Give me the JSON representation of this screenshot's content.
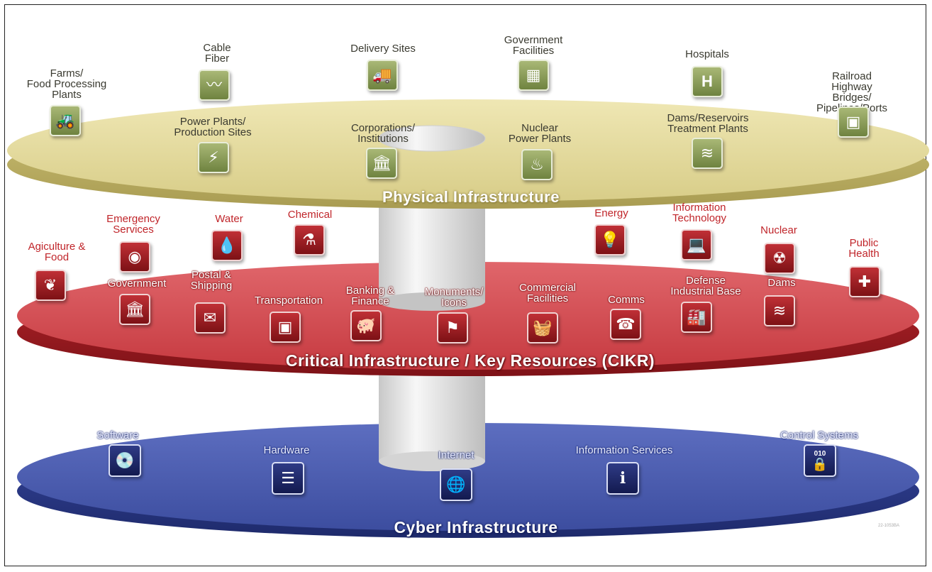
{
  "titles": {
    "physical": "Physical Infrastructure",
    "cikr": "Critical Infrastructure / Key Resources (CIKR)",
    "cyber": "Cyber Infrastructure"
  },
  "colors": {
    "physical_disc": "#e6dca2",
    "physical_icon": "#7f9150",
    "cikr_disc": "#d6484e",
    "cikr_icon": "#a8181e",
    "cyber_disc": "#4a5cae",
    "cyber_icon": "#1c2563",
    "pillar": "#ececec"
  },
  "physical": {
    "farms": {
      "label": "Farms/\nFood Processing\nPlants",
      "icon": "tractor-icon"
    },
    "cable": {
      "label": "Cable\nFiber",
      "icon": "fiber-icon"
    },
    "delivery": {
      "label": "Delivery Sites",
      "icon": "truck-icon"
    },
    "gov": {
      "label": "Government\nFacilities",
      "icon": "building-icon"
    },
    "hospitals": {
      "label": "Hospitals",
      "icon": "hospital-icon"
    },
    "railroad": {
      "label": "Railroad\nHighway Bridges/\nPipelines/Ports",
      "icon": "train-icon"
    },
    "power": {
      "label": "Power Plants/\nProduction Sites",
      "icon": "lightning-icon"
    },
    "corp": {
      "label": "Corporations/\nInstitutions",
      "icon": "institution-icon"
    },
    "nuclear": {
      "label": "Nuclear\nPower Plants",
      "icon": "cooling-tower-icon"
    },
    "dams": {
      "label": "Dams/Reservoirs\nTreatment Plants",
      "icon": "dam-icon"
    }
  },
  "cikr": {
    "agri": {
      "label": "Agiculture &\nFood",
      "icon": "plant-icon"
    },
    "emergency": {
      "label": "Emergency\nServices",
      "icon": "siren-icon"
    },
    "water": {
      "label": "Water",
      "icon": "water-drop-icon"
    },
    "chemical": {
      "label": "Chemical",
      "icon": "flask-icon"
    },
    "energy": {
      "label": "Energy",
      "icon": "bulb-icon"
    },
    "it": {
      "label": "Information\nTechnology",
      "icon": "laptop-icon"
    },
    "nuclear": {
      "label": "Nuclear",
      "icon": "radiation-icon"
    },
    "health": {
      "label": "Public\nHealth",
      "icon": "medical-icon"
    },
    "government": {
      "label": "Government",
      "icon": "capitol-icon"
    },
    "postal": {
      "label": "Postal &\nShipping",
      "icon": "mailbox-icon"
    },
    "transport": {
      "label": "Transportation",
      "icon": "train-icon"
    },
    "banking": {
      "label": "Banking &\nFinance",
      "icon": "piggy-bank-icon"
    },
    "monuments": {
      "label": "Monuments/\nIcons",
      "icon": "flag-icon"
    },
    "commercial": {
      "label": "Commercial\nFacilities",
      "icon": "basket-icon"
    },
    "comms": {
      "label": "Comms",
      "icon": "phone-icon"
    },
    "defense": {
      "label": "Defense\nIndustrial Base",
      "icon": "factory-icon"
    },
    "dams": {
      "label": "Dams",
      "icon": "dam-icon"
    }
  },
  "cyber": {
    "software": {
      "label": "Software",
      "icon": "disc-icon"
    },
    "hardware": {
      "label": "Hardware",
      "icon": "server-icon"
    },
    "internet": {
      "label": "Internet",
      "icon": "globe-icon"
    },
    "info": {
      "label": "Information Services",
      "icon": "info-icon"
    },
    "control": {
      "label": "Control Systems",
      "icon": "lock-icon",
      "icon_text": "010"
    }
  },
  "watermark": "22-1053BA"
}
